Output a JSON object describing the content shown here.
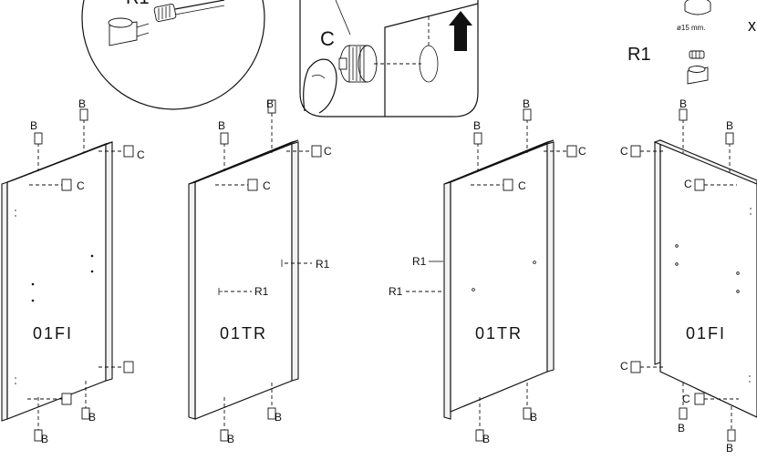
{
  "labels": {
    "b": "B",
    "c": "C",
    "r1": "R1",
    "detail_c": "C",
    "legend_r1": "R1",
    "legend_size": "ø15 mm.",
    "legend_x": "x",
    "inset_partial": "R1"
  },
  "panels": [
    {
      "code": "01FI"
    },
    {
      "code": "01TR"
    },
    {
      "code": "01TR"
    },
    {
      "code": "01FI"
    }
  ],
  "colors": {
    "line": "#111111",
    "background": "#ffffff",
    "edge": "#f2f2f2"
  }
}
